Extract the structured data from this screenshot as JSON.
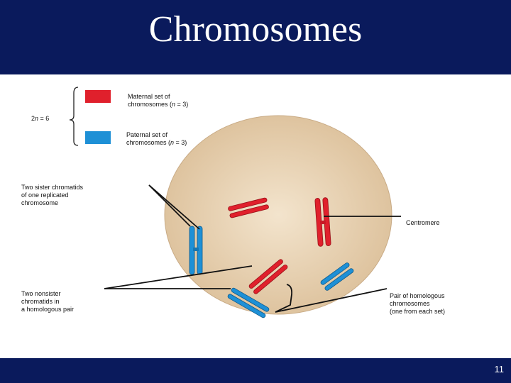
{
  "slide": {
    "title": "Chromosomes",
    "page_number": "11"
  },
  "legend": {
    "ploidy_prefix": "2",
    "ploidy_var": "n",
    "ploidy_suffix": " = 6",
    "maternal": {
      "line1": "Maternal set of",
      "line2_prefix": "chromosomes (",
      "line2_var": "n",
      "line2_suffix": " = 3)",
      "color": "#e0202c"
    },
    "paternal": {
      "line1": "Paternal set of",
      "line2_prefix": "chromosomes (",
      "line2_var": "n",
      "line2_suffix": " = 3)",
      "color": "#1e90d6"
    }
  },
  "labels": {
    "sister_chromatids": [
      "Two sister chromatids",
      "of one replicated",
      "chromosome"
    ],
    "centromere": "Centromere",
    "nonsister_chromatids": [
      "Two nonsister",
      "chromatids in",
      "a homologous pair"
    ],
    "homologous_pair": [
      "Pair of homologous",
      "chromosomes",
      "(one from each set)"
    ]
  },
  "colors": {
    "background": "#0a1a5c",
    "cell": "#ecd7b8",
    "maternal": "#e0202c",
    "paternal": "#1e90d6"
  }
}
